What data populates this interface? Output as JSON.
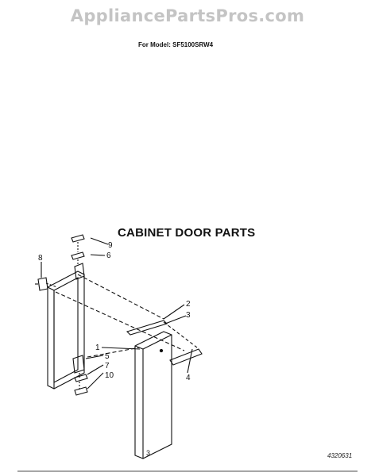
{
  "watermark": "AppliancePartsPros.com",
  "model_label": "For Model: SF5100SRW4",
  "section_title": "CABINET DOOR PARTS",
  "callouts": [
    "9",
    "6",
    "8",
    "2",
    "3",
    "1",
    "5",
    "7",
    "10",
    "4"
  ],
  "page_number": "3",
  "doc_number": "4320631"
}
